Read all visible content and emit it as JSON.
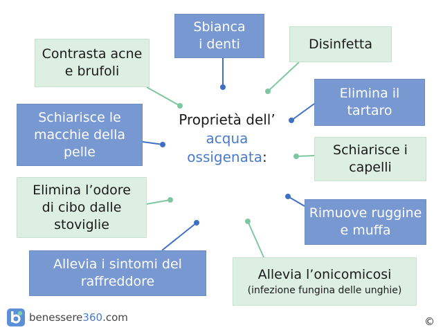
{
  "diagram": {
    "title_prefix": "Proprietà dell’",
    "title_highlight_1": "acqua",
    "title_highlight_2": "ossigenata",
    "title_suffix": ":",
    "items": [
      {
        "id": "sbianca",
        "lines": [
          "Sbianca",
          "i denti"
        ],
        "style": "blue"
      },
      {
        "id": "disinfetta",
        "lines": [
          "Disinfetta"
        ],
        "style": "green"
      },
      {
        "id": "contrasta",
        "lines": [
          "Contrasta acne",
          "e brufoli"
        ],
        "style": "green"
      },
      {
        "id": "tartaro",
        "lines": [
          "Elimina il",
          "tartaro"
        ],
        "style": "blue"
      },
      {
        "id": "macchie",
        "lines": [
          "Schiarisce le",
          "macchie della",
          "pelle"
        ],
        "style": "blue"
      },
      {
        "id": "capelli",
        "lines": [
          "Schiarisce i",
          "capelli"
        ],
        "style": "green"
      },
      {
        "id": "odore",
        "lines": [
          "Elimina l’odore",
          "di cibo dalle",
          "stoviglie"
        ],
        "style": "green"
      },
      {
        "id": "ruggine",
        "lines": [
          "Rimuove ruggine",
          "e muffa"
        ],
        "style": "blue"
      },
      {
        "id": "raffreddore",
        "lines": [
          "Allevia i sintomi del",
          "raffreddore"
        ],
        "style": "blue"
      },
      {
        "id": "onicomicosi",
        "lines": [
          "Allevia l’onicomicosi"
        ],
        "sub": "(infezione fungina delle unghie)",
        "style": "green"
      }
    ],
    "colors": {
      "blue": "#7898d2",
      "green": "#dcefe2",
      "blue_connector": "#3f6fc4",
      "green_connector": "#7fc7a1"
    }
  },
  "footer": {
    "brand_prefix": "benessere",
    "brand_accent": "360",
    "brand_suffix": ".com",
    "logo_icon": "benessere360-logo-icon",
    "copyright": "©"
  }
}
